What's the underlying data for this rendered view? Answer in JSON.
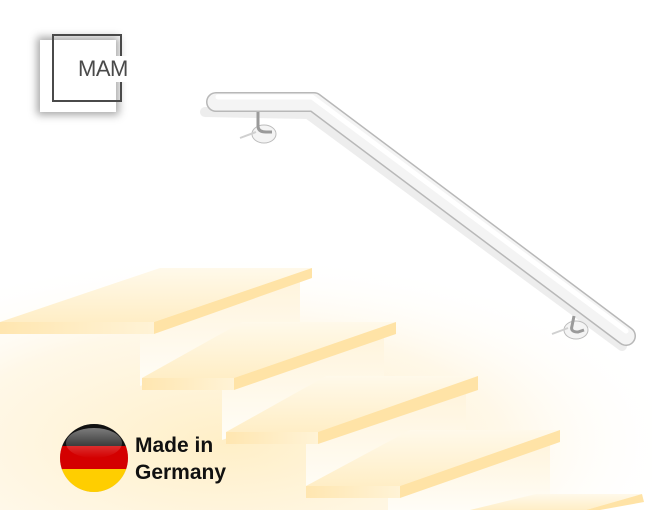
{
  "logo": {
    "text": "MAM"
  },
  "badge": {
    "line1": "Made in",
    "line2": "Germany",
    "flag_colors": [
      "#111111",
      "#d40000",
      "#ffce00"
    ]
  },
  "colors": {
    "tread_top": "#fff3d6",
    "tread_front": "#ffe9b8",
    "riser": "#fff8e6",
    "handrail": "#f2f2f2",
    "handrail_outline": "#b8b8b8"
  }
}
